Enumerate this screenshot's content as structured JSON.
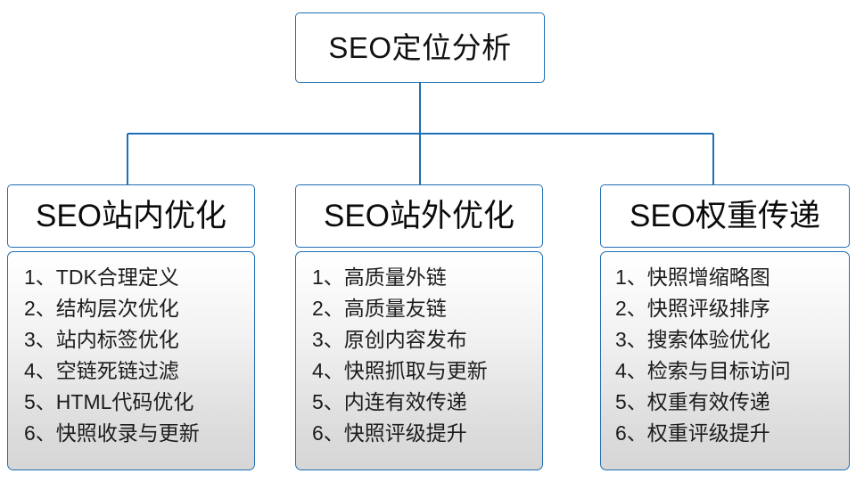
{
  "diagram": {
    "type": "organizational-tree",
    "root": {
      "label": "SEO定位分析"
    },
    "accent_color": "#1f6fb5",
    "branches": [
      {
        "header": "SEO站内优化",
        "items": [
          {
            "num": "1、",
            "text": "TDK合理定义"
          },
          {
            "num": "2、",
            "text": "结构层次优化"
          },
          {
            "num": "3、",
            "text": "站内标签优化"
          },
          {
            "num": "4、",
            "text": "空链死链过滤"
          },
          {
            "num": "5、",
            "text": "HTML代码优化"
          },
          {
            "num": "6、",
            "text": "快照收录与更新"
          }
        ]
      },
      {
        "header": "SEO站外优化",
        "items": [
          {
            "num": "1、",
            "text": "高质量外链"
          },
          {
            "num": "2、",
            "text": "高质量友链"
          },
          {
            "num": "3、",
            "text": "原创内容发布"
          },
          {
            "num": "4、",
            "text": "快照抓取与更新"
          },
          {
            "num": "5、",
            "text": "内连有效传递"
          },
          {
            "num": "6、",
            "text": "快照评级提升"
          }
        ]
      },
      {
        "header": "SEO权重传递",
        "items": [
          {
            "num": "1、",
            "text": "快照增缩略图"
          },
          {
            "num": "2、",
            "text": "快照评级排序"
          },
          {
            "num": "3、",
            "text": "搜索体验优化"
          },
          {
            "num": "4、",
            "text": "检索与目标访问"
          },
          {
            "num": "5、",
            "text": "权重有效传递"
          },
          {
            "num": "6、",
            "text": "权重评级提升"
          }
        ]
      }
    ]
  }
}
